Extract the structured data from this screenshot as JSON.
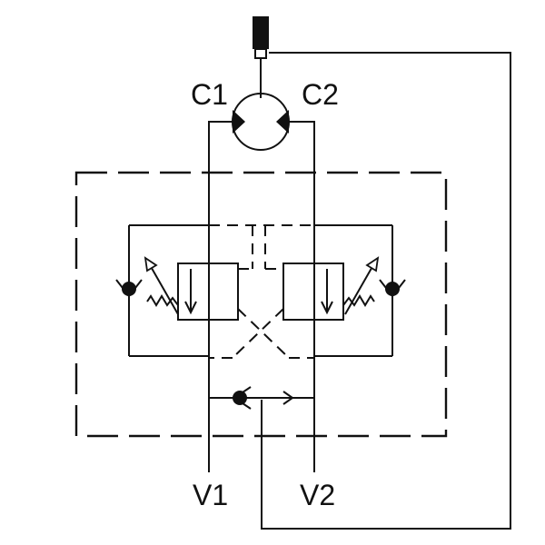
{
  "diagram": {
    "labels": {
      "c1": "C1",
      "c2": "C2",
      "v1": "V1",
      "v2": "V2"
    },
    "colors": {
      "line": "#111111",
      "background": "#ffffff",
      "spring_fill": "#ffffff"
    },
    "icons": {
      "motor": "hydraulic-motor-icon",
      "shaft": "motor-shaft-icon",
      "check_valve": "check-valve-icon",
      "spring": "adjustable-spring-icon",
      "valve_body": "counterbalance-valve-icon"
    }
  }
}
